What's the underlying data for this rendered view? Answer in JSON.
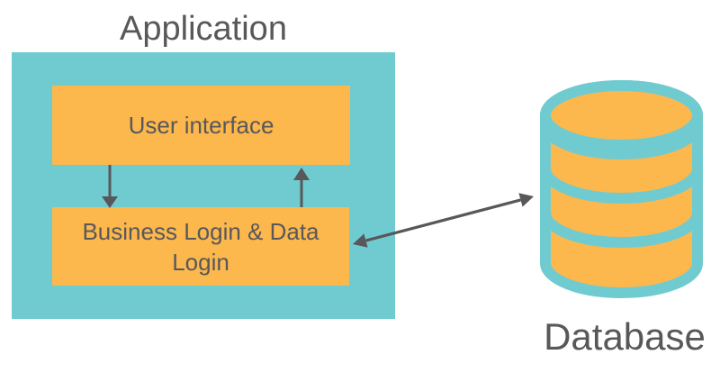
{
  "application": {
    "title": "Application",
    "nodes": [
      {
        "id": "user-interface",
        "label": "User interface"
      },
      {
        "id": "business-logic",
        "label": "Business Login & Data Login",
        "lines": [
          "Business Login & Data",
          "Login"
        ]
      }
    ],
    "connections": [
      {
        "from": "user-interface",
        "to": "business-logic",
        "direction": "down"
      },
      {
        "from": "business-logic",
        "to": "user-interface",
        "direction": "up"
      },
      {
        "from": "business-logic",
        "to": "database",
        "direction": "bidirectional"
      }
    ]
  },
  "database": {
    "label": "Database",
    "icon": "database-cylinder-icon"
  },
  "colors": {
    "container_fill": "#70CBD1",
    "node_fill": "#FCB74D",
    "text": "#58585A",
    "arrow": "#58585A",
    "background": "#FFFFFF"
  }
}
